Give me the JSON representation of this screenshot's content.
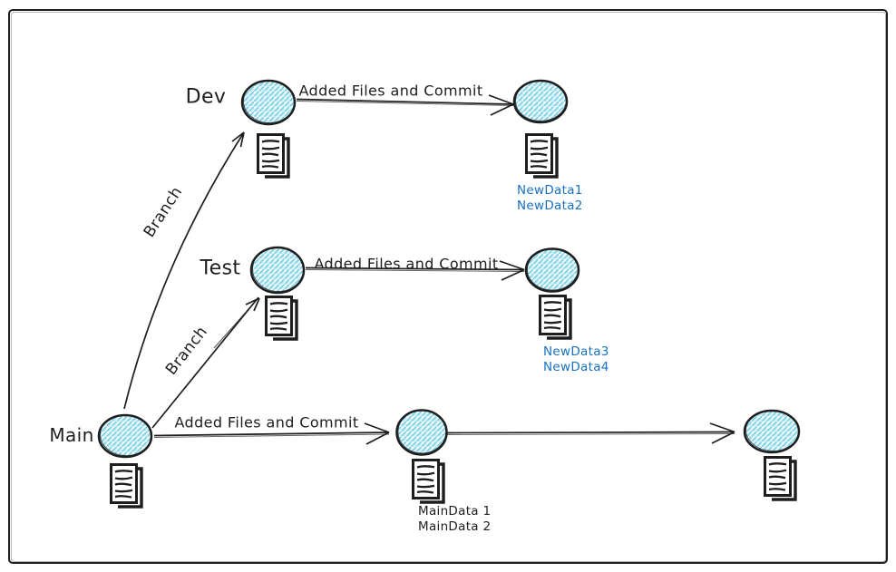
{
  "colors": {
    "ink": "#1e1e1e",
    "node_hatch_cyan": "#74cde4",
    "node_hatch_bg": "#f4fcfe",
    "annotation_blue": "#1971c2",
    "background": "#ffffff"
  },
  "labels": {
    "dev": "Dev",
    "test": "Test",
    "main": "Main"
  },
  "edges": {
    "branch_dev": {
      "label": "Branch"
    },
    "branch_test": {
      "label": "Branch"
    },
    "commit_dev": {
      "label": "Added Files and Commit"
    },
    "commit_test": {
      "label": "Added Files and Commit"
    },
    "commit_main": {
      "label": "Added Files and Commit"
    }
  },
  "annotations": {
    "dev": {
      "line1": "NewData1",
      "line2": "NewData2"
    },
    "test": {
      "line1": "NewData3",
      "line2": "NewData4"
    },
    "main": {
      "line1": "MainData 1",
      "line2": "MainData 2"
    }
  },
  "diagram": {
    "type": "git-branch-flow",
    "nodes": [
      {
        "id": "main-1",
        "branch": "Main",
        "files_icon": true
      },
      {
        "id": "main-2",
        "branch": "Main",
        "files_icon": true,
        "data": [
          "MainData 1",
          "MainData 2"
        ]
      },
      {
        "id": "main-3",
        "branch": "Main",
        "files_icon": true
      },
      {
        "id": "test-1",
        "branch": "Test",
        "files_icon": true
      },
      {
        "id": "test-2",
        "branch": "Test",
        "files_icon": true,
        "data": [
          "NewData3",
          "NewData4"
        ]
      },
      {
        "id": "dev-1",
        "branch": "Dev",
        "files_icon": true
      },
      {
        "id": "dev-2",
        "branch": "Dev",
        "files_icon": true,
        "data": [
          "NewData1",
          "NewData2"
        ]
      }
    ],
    "links": [
      {
        "from": "main-1",
        "to": "dev-1",
        "label": "Branch"
      },
      {
        "from": "main-1",
        "to": "test-1",
        "label": "Branch"
      },
      {
        "from": "dev-1",
        "to": "dev-2",
        "label": "Added Files and Commit"
      },
      {
        "from": "test-1",
        "to": "test-2",
        "label": "Added Files and Commit"
      },
      {
        "from": "main-1",
        "to": "main-2",
        "label": "Added Files and Commit"
      },
      {
        "from": "main-2",
        "to": "main-3",
        "label": ""
      }
    ]
  }
}
